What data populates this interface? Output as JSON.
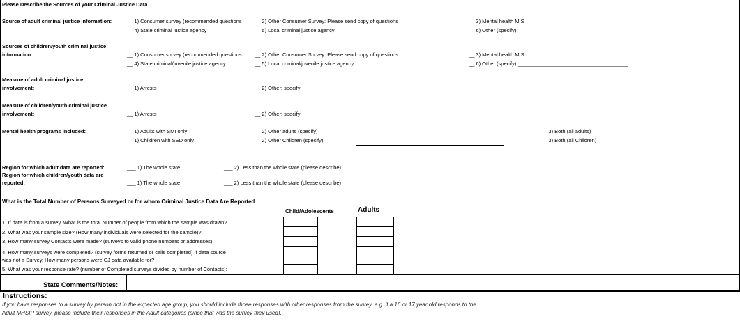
{
  "title": "Please Describe the Sources of your Criminal Justice Data",
  "adult_source": {
    "label": "Source of adult criminal justice information:",
    "options": [
      "__ 1) Consumer survey (recommended questions",
      "__ 2) Other Consumer Survey: Please send copy of questions",
      "__ 3) Mental health MIS",
      "__ 4) State criminal justice agency",
      "__ 5) Local criminal justice agency",
      "__ 6)  Other (specify) ______________________________________"
    ]
  },
  "child_source": {
    "label1": "Sources of children/youth criminal justice",
    "label2": "information:",
    "options": [
      "__ 1) Consumer survey (recommended questions",
      "__ 2) Other Consumer Survey: Please send copy of questions",
      "__ 3) Mental health MIS",
      "__ 4) State criminal/juvenile justice agency",
      "__ 5) Local criminal/juvenile justice agency",
      "__ 6)  Other (specify) ______________________________________"
    ]
  },
  "adult_measure": {
    "label1": "Measure of adult criminal justice",
    "label2": "involvement:",
    "options": [
      "__  1) Arrests",
      "__ 2) Other: specify"
    ]
  },
  "child_measure": {
    "label1": "Measure of children/youth criminal justice",
    "label2": "involvement:",
    "options": [
      "__ 1) Arrests",
      "__ 2) Other: specify"
    ]
  },
  "mh_programs": {
    "label": "Mental health programs included:",
    "options": [
      "__ 1) Adults with SMI only",
      "__ 2) Other adults (specify)",
      "__ 3) Both (all adults)",
      "__ 1) Children with SED only",
      "__ 2) Other Children (specify)",
      "__ 3) Both (all Children)"
    ]
  },
  "region_adult": {
    "label": "Region for which adult data are reported:",
    "options": [
      "___ 1) The whole state",
      "___ 2) Less than the whole state (please describe)"
    ]
  },
  "region_child": {
    "label1": "Region for which children/youth data are",
    "label2": "reported:",
    "options": [
      "___ 1) The whole state",
      "___ 2) Less than the whole state (please describe)"
    ]
  },
  "totals": {
    "heading": "What is the Total Number of Persons Surveyed or for whom Criminal Justice Data Are Reported",
    "col_child": "Child/Adolescents",
    "col_adult": "Adults",
    "questions": [
      "1. If data is from  a survey, What is the total Number of people from  which the sample was drawn?",
      "2. What was your sample size? (How many individuals were selected for the sample)?",
      "3. How many survey Contacts were made? (surveys to valid phone numbers or addresses)",
      "4. How many surveys were completed? (survey forms returned or calls completed) If data source",
      "was not a Survey, How many persons were CJ data available for?",
      "5. What was your response rate? (number of Completed surveys divided by number of Contacts):"
    ]
  },
  "comments_label": "State Comments/Notes:",
  "instructions": {
    "heading": "Instructions:",
    "line1": "If you have responses to a survey by person not in the expected age group, you should include those responses with other responses from the survey.  e.g. if  a 16 or 17 year old responds to the",
    "line2": "Adult MHSIP survey, please include their responses in the Adult categories (since that was the survey they used)."
  }
}
